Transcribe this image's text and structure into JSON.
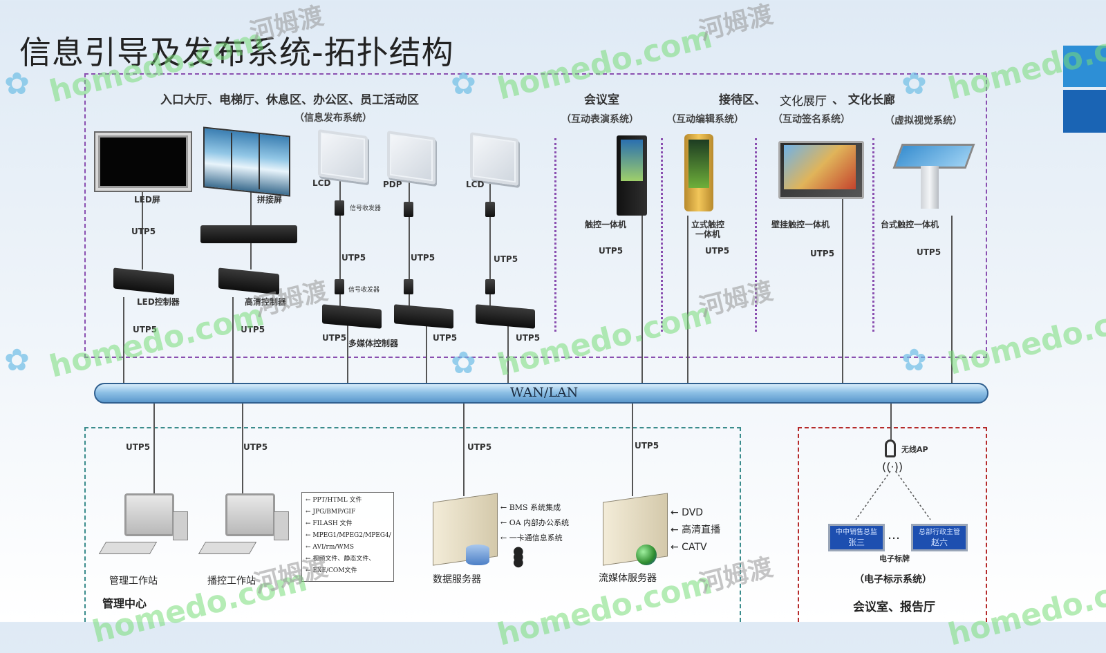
{
  "title": "信息引导及发布系统-拓扑结构",
  "zones": {
    "entrance": "入口大厅、电梯厅、休息区、办公区、员工活动区",
    "entrance_sub": "（信息发布系统）",
    "meeting": "会议室",
    "reception_a": "接待区、",
    "reception_b": "文化展厅",
    "reception_c": "、 文化长廊",
    "sub_perform": "（互动表演系统）",
    "sub_edit": "（互动编辑系统）",
    "sub_sign": "（互动签名系统）",
    "sub_virtual": "（虚拟视觉系统）"
  },
  "devices": {
    "led_screen": "LED屏",
    "splice_screen": "拼接屏",
    "lcd1": "LCD",
    "pdp": "PDP",
    "lcd2": "LCD",
    "signal_tx": "信号收发器",
    "led_controller": "LED控制器",
    "hd_controller": "高清控制器",
    "media_controller": "多媒体控制器",
    "touch_aio": "触控一体机",
    "standing_touch_1": "立式触控",
    "standing_touch_2": "一体机",
    "wall_touch": "壁挂触控一体机",
    "desk_touch": "台式触控一体机",
    "utp": "UTP5"
  },
  "network": {
    "bus_label": "WAN/LAN"
  },
  "management": {
    "station": "管理工作站",
    "play_station": "播控工作站",
    "center": "管理中心",
    "files": [
      "PPT/HTML 文件",
      "JPG/BMP/GIF",
      "FILASH 文件",
      "MPEG1/MPEG2/MPEG4/",
      "AVI/rm/WMS",
      "视频文件、静态文件、",
      "EXE/COM文件"
    ],
    "data_server": "数据服务器",
    "data_items": [
      "BMS 系统集成",
      "OA 内部办公系统",
      "一卡通信息系统"
    ],
    "stream_server": "流媒体服务器",
    "stream_items": [
      "DVD",
      "高清直播",
      "CATV"
    ]
  },
  "signage": {
    "ap": "无线AP",
    "left_sign_1": "中中销售总监",
    "left_sign_2": "张三",
    "right_sign_1": "总部行政主管",
    "right_sign_2": "赵六",
    "dots": "…",
    "plate": "电子标牌",
    "system": "（电子标示系统）",
    "room": "会议室、报告厅"
  },
  "watermark": {
    "latin": "homedo.com",
    "cn": "河姆渡"
  }
}
